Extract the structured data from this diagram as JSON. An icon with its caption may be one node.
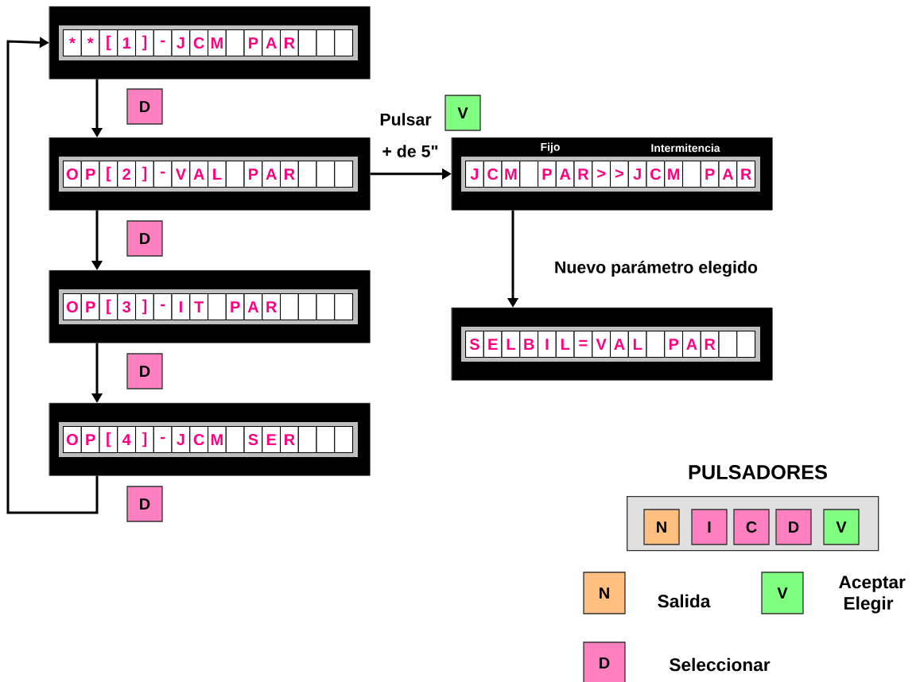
{
  "diagram": {
    "nodes": [
      {
        "text": [],
        "shape": "box"
      },
      {
        "text": [
          "*"
        ],
        "in": 0
      },
      {
        "text": [
          "*"
        ],
        "in": 0
      },
      {
        "text": [
          "["
        ],
        "in": 0
      },
      {
        "text": [
          "1"
        ],
        "in": 0
      },
      {
        "text": [
          "]"
        ],
        "in": 0
      },
      {
        "text": [
          "-"
        ],
        "in": 0
      },
      {
        "text": [
          "J"
        ],
        "in": 0
      },
      {
        "text": [
          "C"
        ],
        "in": 0
      },
      {
        "text": [
          "M"
        ],
        "in": 0
      },
      {
        "text": [],
        "shape": "box",
        "in": 0
      },
      {
        "text": [
          "P"
        ],
        "in": 0
      },
      {
        "text": [
          "A"
        ],
        "in": 0
      },
      {
        "text": [
          "R"
        ],
        "in": 0
      },
      {
        "text": [],
        "shape": "box",
        "in": 0
      },
      {
        "text": [],
        "shape": "box",
        "in": 0
      },
      {
        "text": [],
        "shape": "box",
        "in": 0
      },
      {
        "text": [],
        "shape": "box"
      },
      {
        "text": [
          "O"
        ],
        "in": 17
      },
      {
        "text": [
          "P"
        ],
        "in": 17
      },
      {
        "text": [
          "["
        ],
        "in": 17
      },
      {
        "text": [
          "2"
        ],
        "in": 17
      },
      {
        "text": [
          "]"
        ],
        "in": 17
      },
      {
        "text": [
          "-"
        ],
        "in": 17
      },
      {
        "text": [
          "V"
        ],
        "in": 17
      },
      {
        "text": [
          "A"
        ],
        "in": 17
      },
      {
        "text": [
          "L"
        ],
        "in": 17
      },
      {
        "text": [],
        "shape": "box",
        "in": 17
      },
      {
        "text": [
          "P"
        ],
        "in": 17
      },
      {
        "text": [
          "A"
        ],
        "in": 17
      },
      {
        "text": [
          "R"
        ],
        "in": 17
      },
      {
        "text": [],
        "shape": "box",
        "in": 17
      },
      {
        "text": [],
        "shape": "box",
        "in": 17
      },
      {
        "text": [],
        "shape": "box",
        "in": 17
      },
      {
        "text": [
          "V"
        ]
      },
      {
        "text": [
          "Fijo",
          "Intermitencia"
        ]
      },
      {
        "text": [
          "J"
        ],
        "in": 35
      },
      {
        "text": [
          "C"
        ],
        "in": 35
      },
      {
        "text": [
          "M"
        ],
        "in": 35
      },
      {
        "text": [],
        "shape": "box",
        "in": 35
      },
      {
        "text": [
          "P"
        ],
        "in": 35
      },
      {
        "text": [
          "A"
        ],
        "in": 35
      },
      {
        "text": [
          "R"
        ],
        "in": 35
      },
      {
        "text": [
          ">"
        ],
        "in": 35
      },
      {
        "text": [
          ">"
        ],
        "in": 35
      },
      {
        "text": [
          "J"
        ],
        "in": 35
      },
      {
        "text": [
          "C"
        ],
        "in": 35
      },
      {
        "text": [
          "M"
        ],
        "in": 35
      },
      {
        "text": [],
        "shape": "box",
        "in": 35
      },
      {
        "text": [
          "P"
        ],
        "in": 35
      },
      {
        "text": [
          "A"
        ],
        "in": 35
      },
      {
        "text": [
          "R"
        ],
        "in": 35
      },
      {
        "text": [],
        "shape": "box"
      },
      {
        "text": [
          "O"
        ],
        "in": 52
      },
      {
        "text": [
          "P"
        ],
        "in": 52
      },
      {
        "text": [
          "["
        ],
        "in": 52
      },
      {
        "text": [
          "3"
        ],
        "in": 52
      },
      {
        "text": [
          "]"
        ],
        "in": 52
      },
      {
        "text": [
          "-"
        ],
        "in": 52
      },
      {
        "text": [
          "I"
        ],
        "in": 52
      },
      {
        "text": [
          "T"
        ],
        "in": 52
      },
      {
        "text": [],
        "shape": "box",
        "in": 52
      },
      {
        "text": [
          "P"
        ],
        "in": 52
      },
      {
        "text": [
          "A"
        ],
        "in": 52
      },
      {
        "text": [
          "R"
        ],
        "in": 52
      },
      {
        "text": [],
        "shape": "box",
        "in": 52
      },
      {
        "text": [],
        "shape": "box",
        "in": 52
      },
      {
        "text": [],
        "shape": "box",
        "in": 52
      },
      {
        "text": [],
        "shape": "box",
        "in": 52
      },
      {
        "text": [],
        "shape": "box"
      },
      {
        "text": [
          "S"
        ],
        "in": 69
      },
      {
        "text": [
          "E"
        ],
        "in": 69
      },
      {
        "text": [
          "L"
        ],
        "in": 69
      },
      {
        "text": [
          "B"
        ],
        "in": 69
      },
      {
        "text": [
          "I"
        ],
        "in": 69
      },
      {
        "text": [
          "L"
        ],
        "in": 69
      },
      {
        "text": [
          "="
        ],
        "in": 69
      },
      {
        "text": [
          "V"
        ],
        "in": 69
      },
      {
        "text": [
          "A"
        ],
        "in": 69
      },
      {
        "text": [
          "L"
        ],
        "in": 69
      },
      {
        "text": [],
        "shape": "box",
        "in": 69
      },
      {
        "text": [
          "P"
        ],
        "in": 69
      },
      {
        "text": [
          "A"
        ],
        "in": 69
      },
      {
        "text": [
          "R"
        ],
        "in": 69
      },
      {
        "text": [],
        "shape": "box",
        "in": 69
      },
      {
        "text": [],
        "shape": "box",
        "in": 69
      },
      {
        "text": [],
        "shape": "box"
      },
      {
        "text": [
          "O"
        ],
        "in": 86
      },
      {
        "text": [
          "P"
        ],
        "in": 86
      },
      {
        "text": [
          "["
        ],
        "in": 86
      },
      {
        "text": [
          "4"
        ],
        "in": 86
      },
      {
        "text": [
          "]"
        ],
        "in": 86
      },
      {
        "text": [
          "-"
        ],
        "in": 86
      },
      {
        "text": [
          "J"
        ],
        "in": 86
      },
      {
        "text": [
          "C"
        ],
        "in": 86
      },
      {
        "text": [
          "M"
        ],
        "in": 86
      },
      {
        "text": [],
        "shape": "box",
        "in": 86
      },
      {
        "text": [
          "S"
        ],
        "in": 86
      },
      {
        "text": [
          "E"
        ],
        "in": 86
      },
      {
        "text": [
          "R"
        ],
        "in": 86
      },
      {
        "text": [],
        "shape": "box",
        "in": 86
      },
      {
        "text": [],
        "shape": "box",
        "in": 86
      },
      {
        "text": [],
        "shape": "box",
        "in": 86
      },
      {
        "text": [
          "PULSADORES"
        ]
      },
      {
        "text": [
          "N"
        ],
        "in": 103
      },
      {
        "text": [
          "I"
        ],
        "in": 103
      },
      {
        "text": [
          "C"
        ],
        "in": 103
      },
      {
        "text": [
          "D"
        ],
        "in": 103
      },
      {
        "text": [
          "V"
        ],
        "in": 103
      },
      {
        "text": [
          "N"
        ],
        "beside": [
          "Salida"
        ]
      },
      {
        "text": [
          "V"
        ],
        "beside": [
          "Aceptar Elegir"
        ]
      },
      {
        "text": [
          "D"
        ],
        "beside": [
          "Seleccionar"
        ]
      }
    ],
    "edges": [
      {
        "from": 0,
        "to": 17,
        "arrow": "to",
        "label": "D"
      },
      {
        "from": 17,
        "to": 52,
        "arrow": "to",
        "label": "D"
      },
      {
        "from": 52,
        "to": 86,
        "arrow": "to",
        "label": "D"
      },
      {
        "from": 86,
        "to": 0,
        "arrow": "to",
        "label": "D"
      },
      {
        "from": 17,
        "to": 35,
        "arrow": "to",
        "label": "+ de 5\""
      },
      {
        "from": 35,
        "to": 69,
        "arrow": "to",
        "label": "Nuevo parámetro elegido"
      }
    ],
    "labels": [
      "Pulsar"
    ]
  }
}
